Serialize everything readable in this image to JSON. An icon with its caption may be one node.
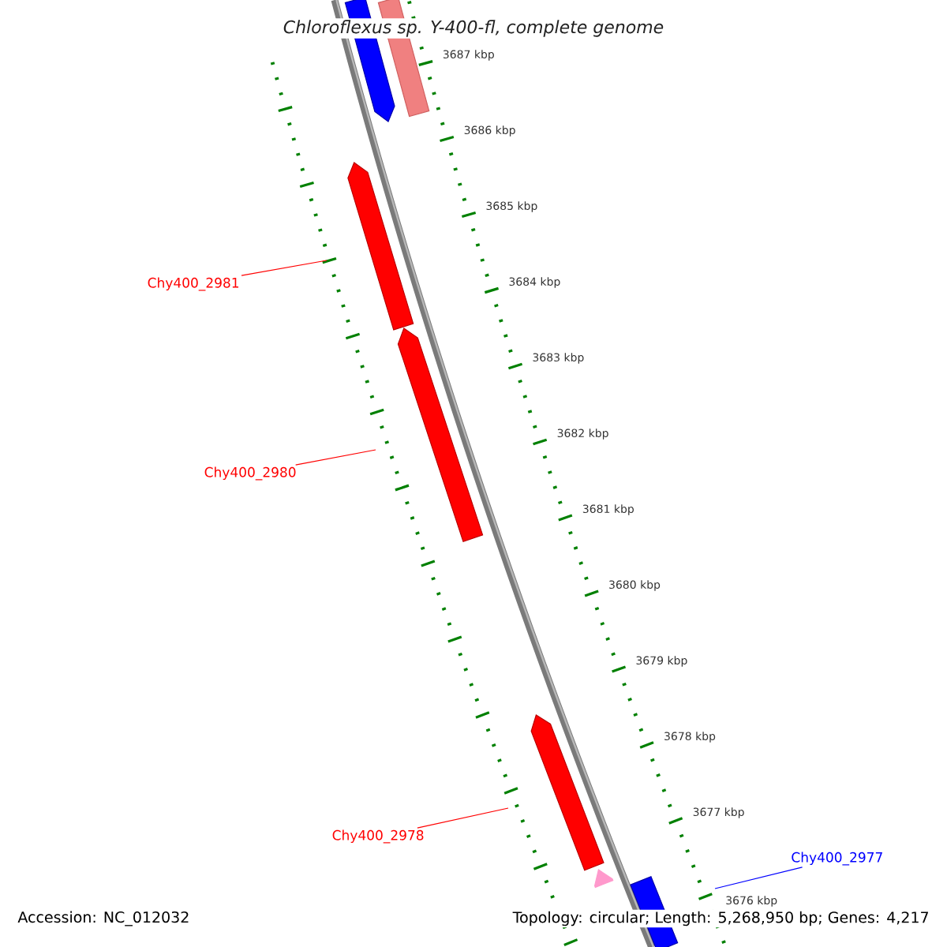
{
  "diagram": {
    "title": "Chloroflexus sp. Y-400-fl, complete genome",
    "nodes": [
      {
        "text": [
          "Chy400_2981"
        ]
      },
      {
        "text": [
          "Chy400_2980"
        ]
      },
      {
        "text": [
          "Chy400_2978"
        ]
      },
      {
        "text": [
          "Chy400_2977"
        ]
      }
    ],
    "edges": [
      {
        "from": 0,
        "to": null,
        "arrow": "none"
      },
      {
        "from": 1,
        "to": null,
        "arrow": "none"
      },
      {
        "from": 2,
        "to": null,
        "arrow": "none"
      },
      {
        "from": 3,
        "to": null,
        "arrow": "none",
        "color": "#0000ff"
      }
    ],
    "labels": [
      "3687 kbp",
      "3686 kbp",
      "3685 kbp",
      "3684 kbp",
      "3683 kbp",
      "3682 kbp",
      "3681 kbp",
      "3680 kbp",
      "3679 kbp",
      "3678 kbp",
      "3677 kbp",
      "3676 kbp",
      "Accession: NC_012032",
      "Topology: circular; Length: 5,268,950 bp; Genes: 4,217"
    ]
  }
}
